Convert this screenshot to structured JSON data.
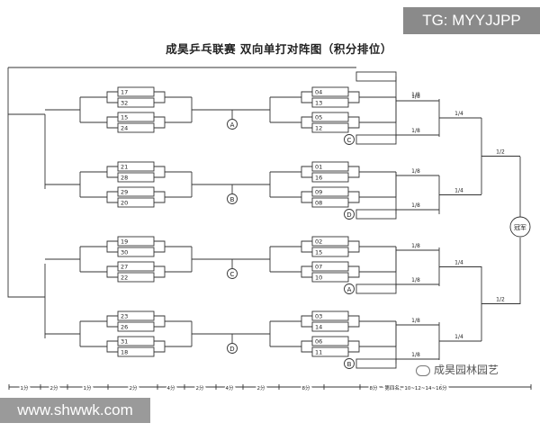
{
  "title": "成昊乒乓联赛  双向单打对阵图（积分排位）",
  "watermark_top": "TG: MYYJJPP",
  "watermark_bottom": "www.shwwk.com",
  "watermark_brand": "成昊园林园艺",
  "champion_label": "冠军",
  "left_groups": [
    {
      "seeds": [
        "17",
        "32",
        "15",
        "24"
      ],
      "tag": "A"
    },
    {
      "seeds": [
        "21",
        "28",
        "29",
        "20"
      ],
      "tag": "B"
    },
    {
      "seeds": [
        "19",
        "30",
        "27",
        "22"
      ],
      "tag": "C"
    },
    {
      "seeds": [
        "23",
        "26",
        "31",
        "18"
      ],
      "tag": "D"
    }
  ],
  "right_groups": [
    {
      "seeds": [
        "04",
        "13",
        "05",
        "12"
      ],
      "tag": "C"
    },
    {
      "seeds": [
        "01",
        "16",
        "09",
        "08"
      ],
      "tag": "D"
    },
    {
      "seeds": [
        "02",
        "15",
        "07",
        "10"
      ],
      "tag": "A"
    },
    {
      "seeds": [
        "03",
        "14",
        "06",
        "11"
      ],
      "tag": "B"
    }
  ],
  "round_labels": {
    "eighth": "1/8",
    "quarter": "1/4",
    "half": "1/2"
  },
  "scale_labels": [
    "1分",
    "2分",
    "1分",
    "2分",
    "4分",
    "2分",
    "4分",
    "2分",
    "8分",
    "8分",
    "第四名、10~12~14~16分"
  ]
}
